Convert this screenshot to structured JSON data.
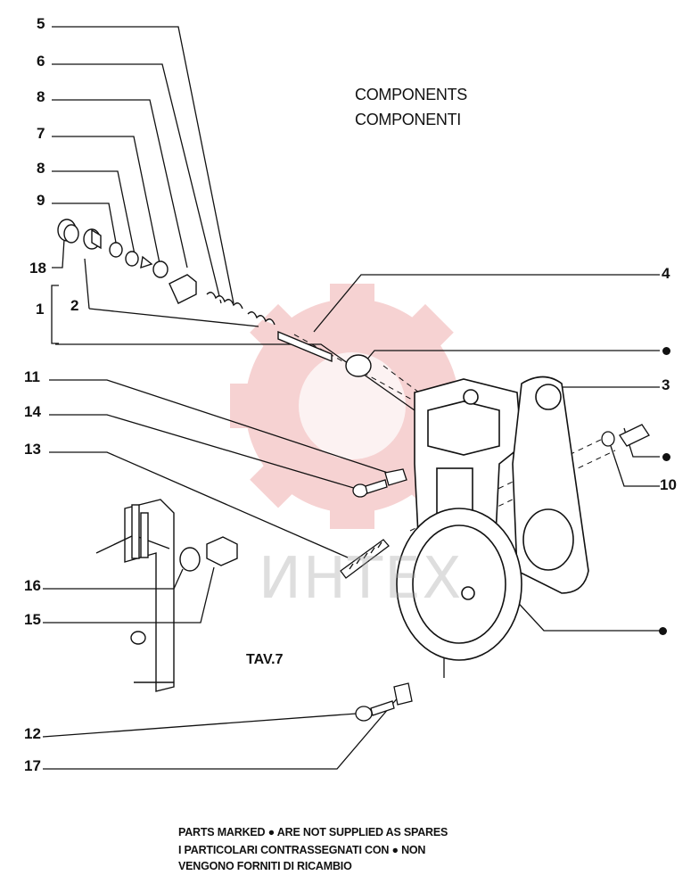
{
  "header": {
    "title_en": "COMPONENTS",
    "title_it": "COMPONENTI"
  },
  "callouts_left": [
    {
      "id": "5",
      "label": "5"
    },
    {
      "id": "6",
      "label": "6"
    },
    {
      "id": "8a",
      "label": "8"
    },
    {
      "id": "7",
      "label": "7"
    },
    {
      "id": "8b",
      "label": "8"
    },
    {
      "id": "9",
      "label": "9"
    },
    {
      "id": "18",
      "label": "18"
    },
    {
      "id": "1",
      "label": "1"
    },
    {
      "id": "2",
      "label": "2"
    },
    {
      "id": "11",
      "label": "11"
    },
    {
      "id": "14",
      "label": "14"
    },
    {
      "id": "13",
      "label": "13"
    },
    {
      "id": "16",
      "label": "16"
    },
    {
      "id": "15",
      "label": "15"
    },
    {
      "id": "12",
      "label": "12"
    },
    {
      "id": "17",
      "label": "17"
    }
  ],
  "callouts_right": [
    {
      "id": "4",
      "label": "4"
    },
    {
      "id": "3",
      "label": "3"
    },
    {
      "id": "10",
      "label": "10"
    }
  ],
  "reference": {
    "tav": "TAV.7"
  },
  "watermark": {
    "text": "ИНТЕХ",
    "color": "#e8a0a0"
  },
  "footer": {
    "line1": "PARTS MARKED ● ARE NOT SUPPLIED AS SPARES",
    "line2": "I PARTICOLARI  CONTRASSEGNATI CON   ●  NON",
    "line3": "VENGONO FORNITI DI RICAMBIO"
  }
}
